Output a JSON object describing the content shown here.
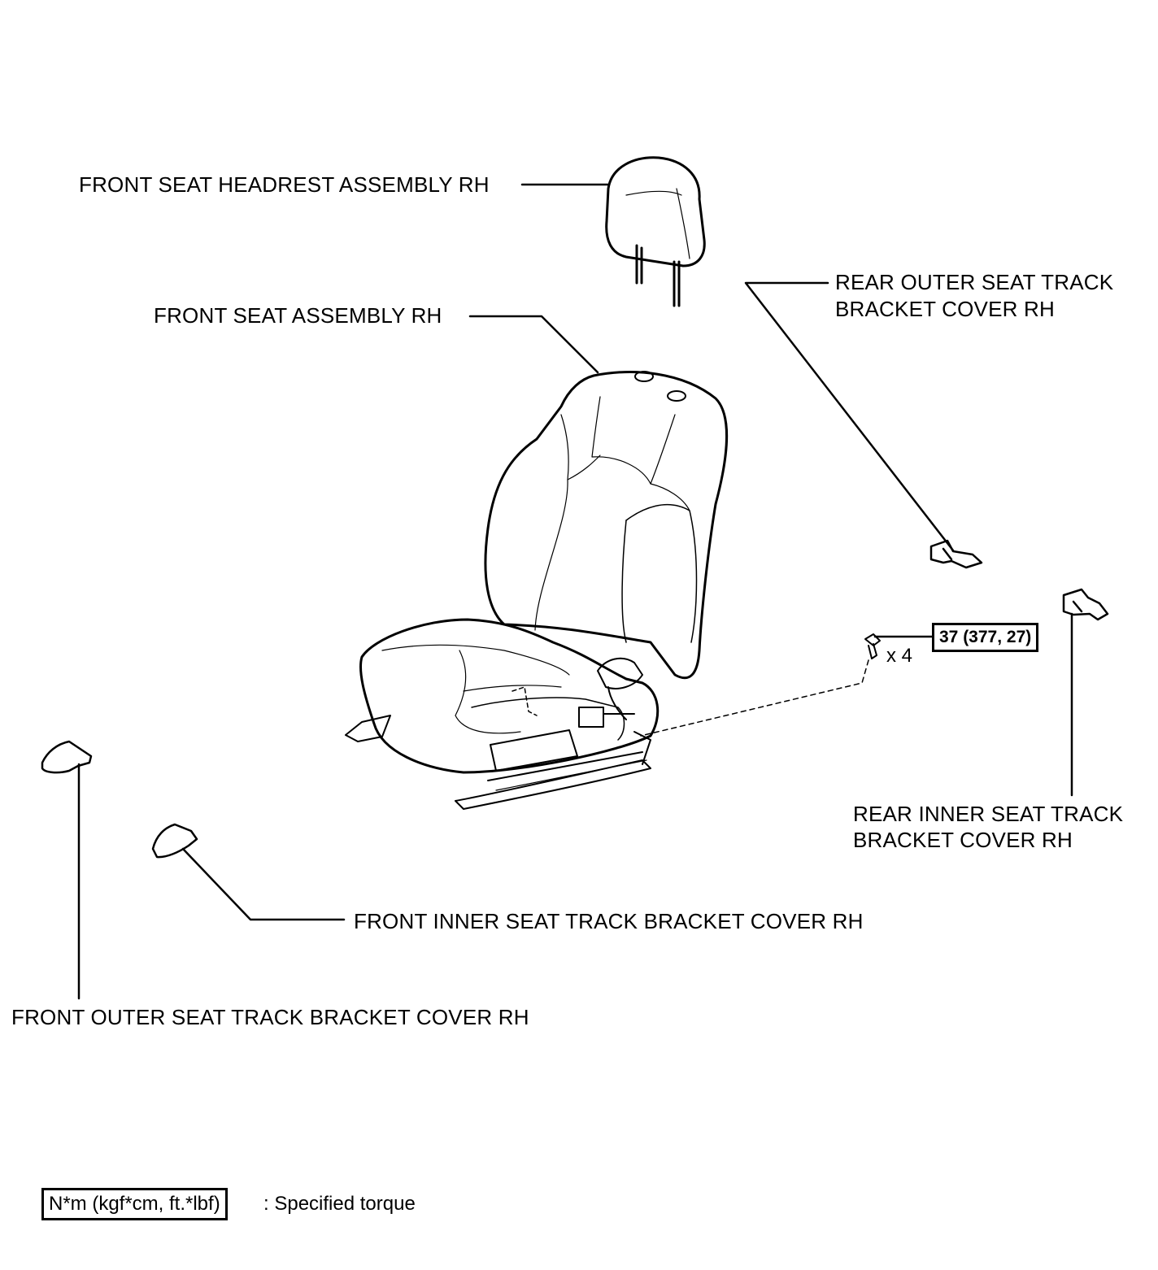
{
  "labels": {
    "headrest": "FRONT SEAT HEADREST ASSEMBLY RH",
    "seat": "FRONT SEAT ASSEMBLY RH",
    "rear_outer_line1": "REAR OUTER SEAT TRACK",
    "rear_outer_line2": "BRACKET COVER RH",
    "rear_inner_line1": "REAR INNER SEAT TRACK",
    "rear_inner_line2": "BRACKET COVER RH",
    "front_inner": "FRONT INNER SEAT TRACK BRACKET COVER RH",
    "front_outer": "FRONT OUTER SEAT TRACK BRACKET COVER RH"
  },
  "torque": {
    "value": "37 (377, 27)",
    "quantity": "x 4"
  },
  "legend": {
    "units": "N*m (kgf*cm, ft.*lbf)",
    "description": ": Specified torque"
  }
}
